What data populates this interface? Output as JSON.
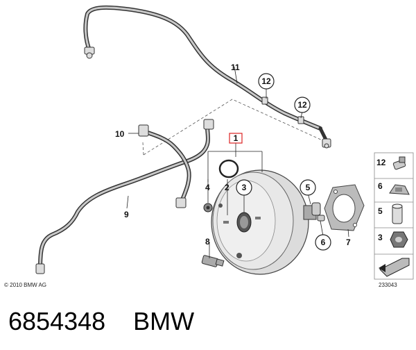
{
  "callouts": {
    "c1": "1",
    "c2": "2",
    "c3": "3",
    "c4": "4",
    "c5": "5",
    "c6": "6",
    "c7": "7",
    "c8": "8",
    "c9": "9",
    "c10": "10",
    "c11": "11",
    "c12a": "12",
    "c12b": "12"
  },
  "legend": {
    "item12": "12",
    "item6": "6",
    "item5": "5",
    "item3": "3"
  },
  "copyright": "© 2010 BMW AG",
  "diagram_number": "233043",
  "caption": {
    "part_number": "6854348",
    "brand": "BMW"
  }
}
